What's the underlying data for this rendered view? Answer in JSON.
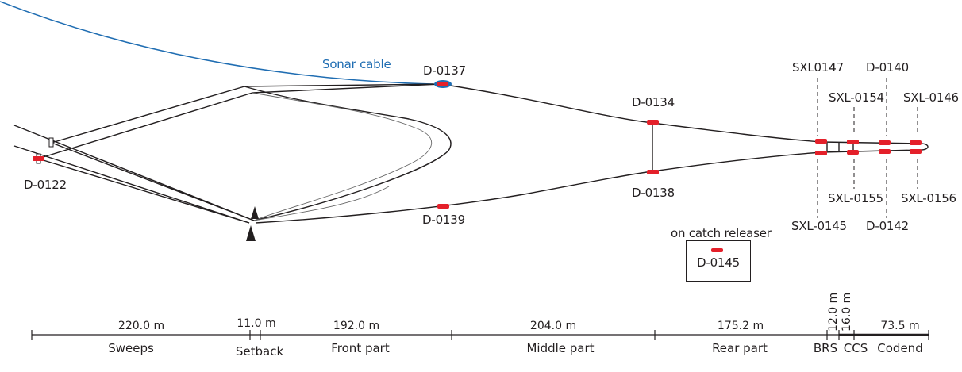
{
  "diagram": {
    "type": "trawl-net-sensor-layout",
    "colors": {
      "line": "#231f20",
      "sonar_cable": "#1f6db2",
      "sensor": "#e4202a",
      "thin_line": "#555555"
    },
    "cable_label": "Sonar cable",
    "sensors": [
      {
        "id": "D-0122",
        "location": "sweep / door end"
      },
      {
        "id": "D-0137",
        "location": "headline, on sonar cable"
      },
      {
        "id": "D-0134",
        "location": "upper middle part"
      },
      {
        "id": "D-0138",
        "location": "lower middle part"
      },
      {
        "id": "D-0139",
        "location": "groundrope / lower front"
      },
      {
        "id": "SXL0147",
        "location": "BRS upper"
      },
      {
        "id": "SXL-0145",
        "location": "BRS lower"
      },
      {
        "id": "SXL-0154",
        "location": "CCS upper"
      },
      {
        "id": "SXL-0155",
        "location": "CCS lower"
      },
      {
        "id": "D-0140",
        "location": "codend upper"
      },
      {
        "id": "D-0142",
        "location": "codend lower"
      },
      {
        "id": "SXL-0146",
        "location": "codend end upper"
      },
      {
        "id": "SXL-0156",
        "location": "codend end lower"
      }
    ],
    "catch_releaser": {
      "title": "on catch releaser",
      "sensor_id": "D-0145"
    }
  },
  "labels": {
    "d0122": "D-0122",
    "d0137": "D-0137",
    "d0134": "D-0134",
    "d0138": "D-0138",
    "d0139": "D-0139",
    "sxl0147": "SXL0147",
    "sxl0145": "SXL-0145",
    "sxl0154": "SXL-0154",
    "sxl0155": "SXL-0155",
    "d0140": "D-0140",
    "d0142": "D-0142",
    "sxl0146": "SXL-0146",
    "sxl0156": "SXL-0156"
  },
  "scale": {
    "segments": [
      {
        "name": "Sweeps",
        "length": "220.0 m"
      },
      {
        "name": "Setback",
        "length": "11.0 m"
      },
      {
        "name": "Front part",
        "length": "192.0 m"
      },
      {
        "name": "Middle part",
        "length": "204.0 m"
      },
      {
        "name": "Rear part",
        "length": "175.2 m"
      },
      {
        "name": "BRS",
        "length": "12.0 m"
      },
      {
        "name": "CCS",
        "length": "16.0 m"
      },
      {
        "name": "Codend",
        "length": "73.5 m"
      }
    ]
  }
}
